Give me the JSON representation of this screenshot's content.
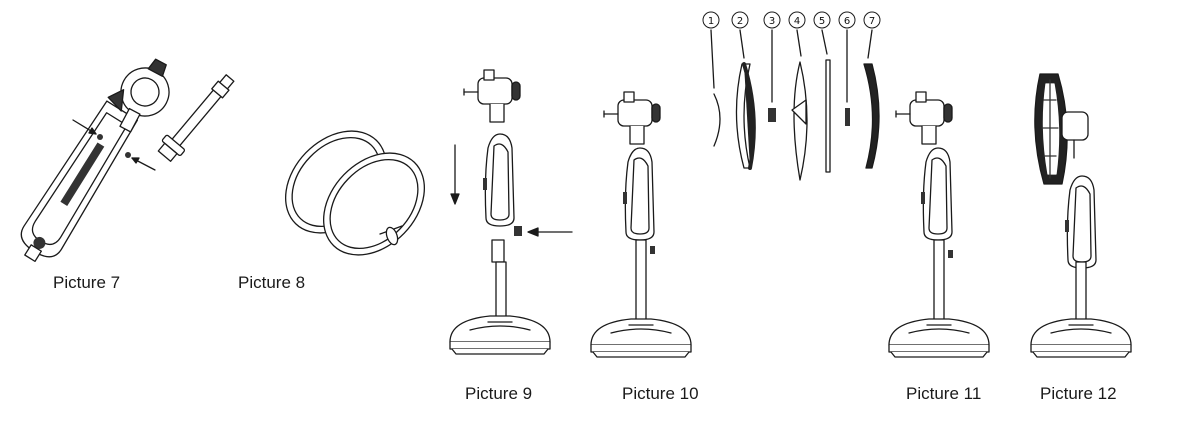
{
  "captions": {
    "p7": "Picture 7",
    "p8": "Picture 8",
    "p9": "Picture 9",
    "p10": "Picture 10",
    "p11": "Picture 11",
    "p12": "Picture 12"
  },
  "part_numbers": [
    "1",
    "2",
    "3",
    "4",
    "5",
    "6",
    "7"
  ],
  "colors": {
    "line": "#1a1a1a",
    "fill": "#ffffff",
    "dark": "#222222"
  }
}
